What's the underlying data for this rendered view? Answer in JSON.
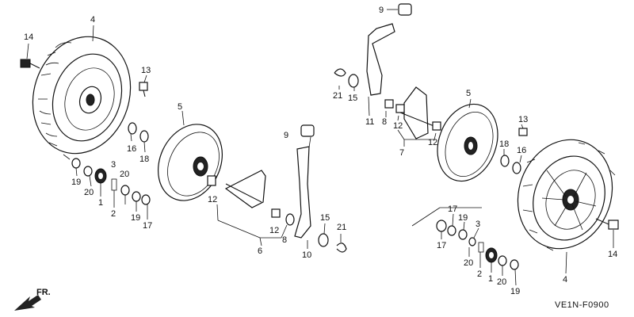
{
  "diagram": {
    "code": "VE1N-F0900",
    "direction_label": "FR.",
    "labels": [
      "1",
      "2",
      "3",
      "4",
      "5",
      "6",
      "7",
      "8",
      "9",
      "10",
      "11",
      "12",
      "13",
      "14",
      "15",
      "16",
      "17",
      "18",
      "19",
      "20",
      "21"
    ]
  }
}
